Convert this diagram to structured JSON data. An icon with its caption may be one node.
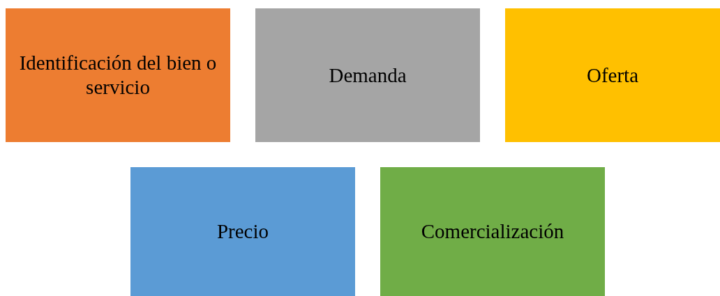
{
  "diagram": {
    "nodes": [
      {
        "text": [
          "Identificación del bien o servicio"
        ]
      },
      {
        "text": [
          "Demanda"
        ]
      },
      {
        "text": [
          "Oferta"
        ]
      },
      {
        "text": [
          "Precio"
        ]
      },
      {
        "text": [
          "Comercialización"
        ]
      }
    ]
  }
}
